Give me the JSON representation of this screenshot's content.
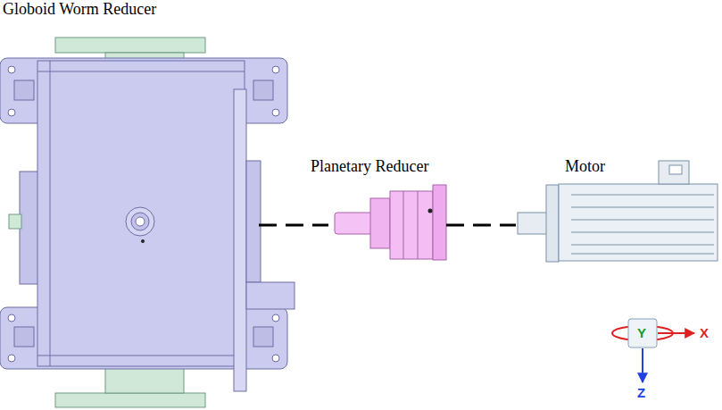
{
  "diagram": {
    "nodes": [
      {
        "text": [
          "Globoid Worm Reducer"
        ]
      },
      {
        "text": [
          "Planetary Reducer"
        ]
      },
      {
        "text": [
          "Motor"
        ]
      }
    ],
    "edges": [
      {
        "from": 0,
        "to": 1,
        "arrow": "none"
      },
      {
        "from": 1,
        "to": 2,
        "arrow": "none"
      }
    ],
    "labels": [
      "Y",
      "X",
      "Z"
    ]
  }
}
